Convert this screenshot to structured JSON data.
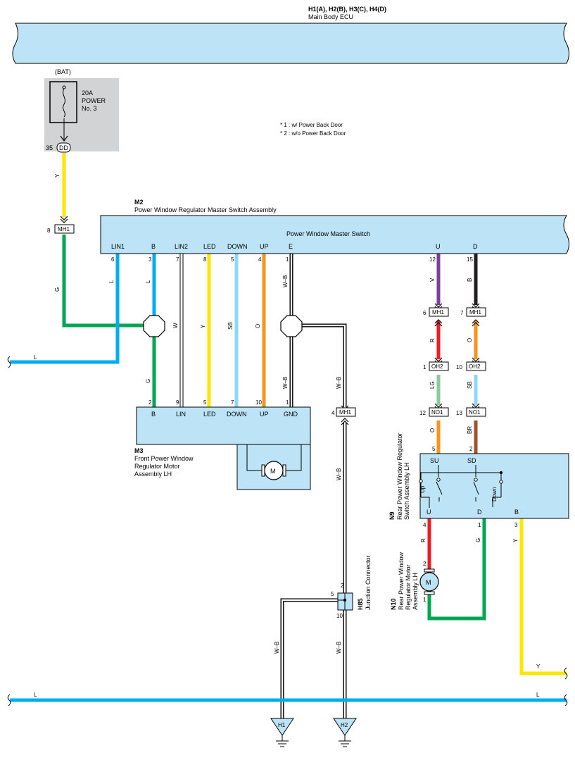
{
  "header": {
    "code": "H1(A), H2(B), H3(C), H4(D)",
    "name": "Main Body ECU"
  },
  "notes": [
    "* 1 : w/ Power Back Door",
    "* 2 : w/o Power Back Door"
  ],
  "fuse": {
    "source": "(BAT)",
    "rating": "20A",
    "name_line1": "POWER",
    "name_line2": "No. 3",
    "pin": "35",
    "connector": "DD"
  },
  "master_switch": {
    "code": "M2",
    "name": "Power Window Regulator Master Switch Assembly",
    "inner": "Power Window Master Switch",
    "pins": [
      {
        "label": "LIN1",
        "num": "6"
      },
      {
        "label": "B",
        "num": "3"
      },
      {
        "label": "LIN2",
        "num": "7"
      },
      {
        "label": "LED",
        "num": "8"
      },
      {
        "label": "DOWN",
        "num": "5"
      },
      {
        "label": "UP",
        "num": "4"
      },
      {
        "label": "E",
        "num": "1"
      },
      {
        "label": "U",
        "num": "12"
      },
      {
        "label": "D",
        "num": "15"
      }
    ]
  },
  "front_motor": {
    "code": "M3",
    "name_line1": "Front Power Window",
    "name_line2": "Regulator Motor",
    "name_line3": "Assembly LH",
    "pins": [
      {
        "label": "B",
        "num": "2"
      },
      {
        "label": "LIN",
        "num": "9"
      },
      {
        "label": "LED",
        "num": "5"
      },
      {
        "label": "DOWN",
        "num": "7"
      },
      {
        "label": "UP",
        "num": "10"
      },
      {
        "label": "GND",
        "num": "1"
      }
    ],
    "motor": "M"
  },
  "rear_switch": {
    "code": "N9",
    "name_line1": "Rear Power Window Regulator",
    "name_line2": "Switch Assembly LH",
    "top_pins": [
      {
        "label": "SU",
        "num": "5"
      },
      {
        "label": "SD",
        "num": "2"
      }
    ],
    "bottom_pins": [
      {
        "label": "U",
        "num": "4"
      },
      {
        "label": "D",
        "num": "1"
      },
      {
        "label": "B",
        "num": "3"
      }
    ],
    "up": "Up",
    "down": "Down"
  },
  "rear_motor": {
    "code": "N10",
    "name_line1": "Rear Power Window",
    "name_line2": "Regulator Motor",
    "name_line3": "Assembly LH",
    "motor": "M",
    "pin_top": "2",
    "pin_bottom": "1"
  },
  "junction": {
    "code": "H85",
    "name": "Junction Connector",
    "pin_top": "2",
    "pin_left": "5",
    "pin_bottom": "10"
  },
  "connectors": [
    {
      "pin": "8",
      "name": "MH1"
    },
    {
      "pin": "6",
      "name": "MH1"
    },
    {
      "pin": "7",
      "name": "MH1"
    },
    {
      "pin": "1",
      "name": "OH2"
    },
    {
      "pin": "10",
      "name": "OH2"
    },
    {
      "pin": "12",
      "name": "NO1"
    },
    {
      "pin": "13",
      "name": "NO1"
    },
    {
      "pin": "4",
      "name": "MH1"
    }
  ],
  "wires": {
    "y": "Y",
    "g": "G",
    "l": "L",
    "w": "W",
    "sb": "SB",
    "o": "O",
    "wb": "W–B",
    "v": "V",
    "b": "B",
    "r": "R",
    "lg": "LG",
    "br": "BR"
  },
  "grounds": [
    "H1",
    "H2"
  ],
  "colors": {
    "yellow": "#FFE600",
    "green": "#00A651",
    "blue": "#00AEEF",
    "skyblue": "#8DD8F8",
    "orange": "#F7941D",
    "purple": "#7F3F98",
    "black": "#231F20",
    "red": "#ED1C24",
    "lightgreen": "#8CC7A1",
    "brown": "#A0522D",
    "box_fill": "#BCE4F6",
    "fuse_bg": "#D1D3D4"
  }
}
